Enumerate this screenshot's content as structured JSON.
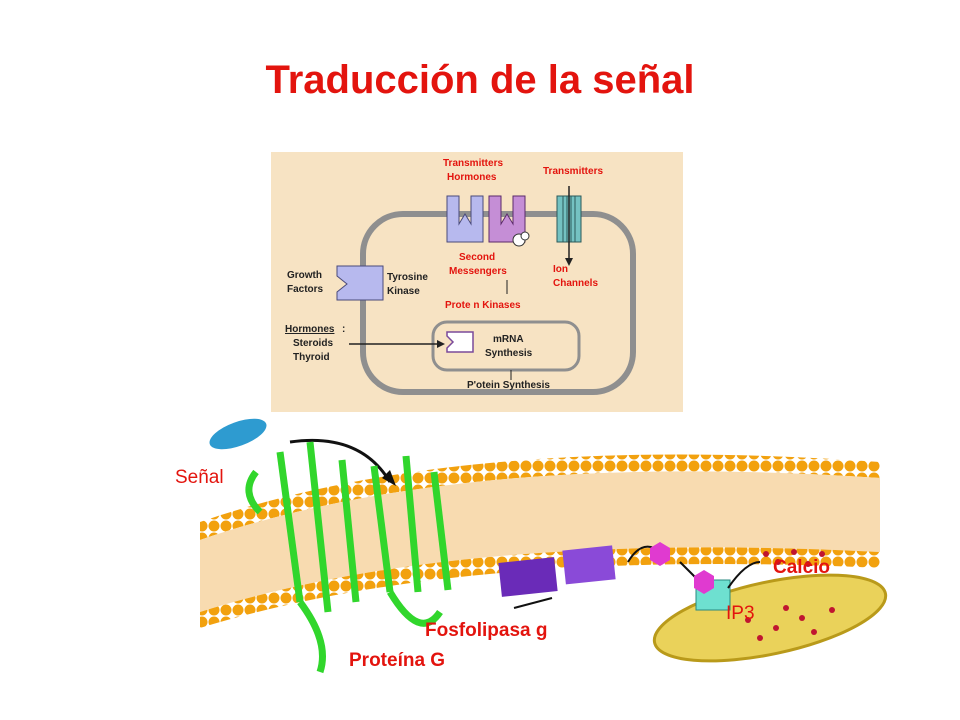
{
  "title": "Traducción de la señal",
  "diagram_top": {
    "transmitters_hormones_1": "Transmitters",
    "transmitters_hormones_2": "Hormones",
    "transmitters": "Transmitters",
    "second_messengers_1": "Second",
    "second_messengers_2": "Messengers",
    "ion_channels_1": "Ion",
    "ion_channels_2": "Channels",
    "protein_kinases": "Prote n Kinases",
    "growth_factors_1": "Growth",
    "growth_factors_2": "Factors",
    "tyrosine_kinase_1": "Tyrosine",
    "tyrosine_kinase_2": "Kinase",
    "hormones": "Hormones",
    "steroids": "Steroids",
    "thyroid": "Thyroid",
    "mrna_1": "mRNA",
    "mrna_2": "Synthesis",
    "protein_synthesis": "P'otein Synthesis"
  },
  "labels": {
    "senal": "Señal",
    "calcio": "Calcio",
    "ip3": "IP3",
    "fosfolipasa": "Fosfolipasa g",
    "proteina_g": "Proteína G"
  },
  "colors": {
    "title": "#e3140e",
    "panel_bg": "#f7e3c3",
    "receptor_blue": "#b7b9ee",
    "receptor_purple": "#c58ed6",
    "channel_teal": "#74c2c2",
    "membrane_orange": "#f2a10e",
    "protein_green": "#31d62c"
  }
}
